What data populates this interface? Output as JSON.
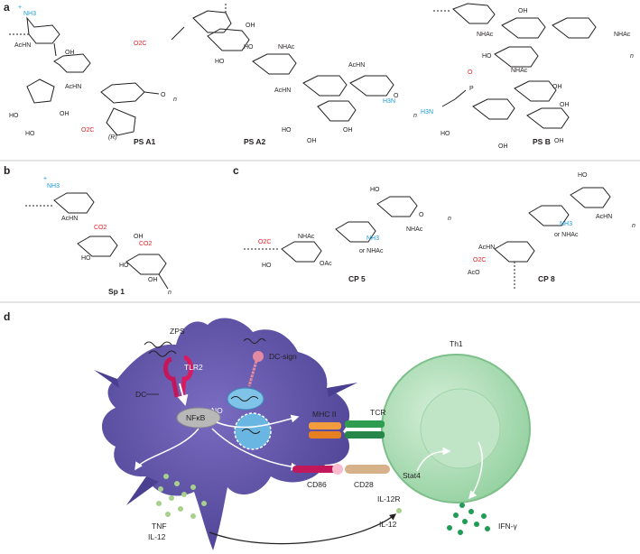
{
  "panels": {
    "a": "a",
    "b": "b",
    "c": "c",
    "d": "d"
  },
  "structures": {
    "ps_a1": "PS A1",
    "ps_a2": "PS A2",
    "ps_b": "PS B",
    "sp1": "Sp 1",
    "cp5": "CP 5",
    "cp8": "CP 8"
  },
  "chem_labels": {
    "nh3": "NH3",
    "nh3_plus": "+",
    "achn": "AcHN",
    "nhac": "NHAc",
    "oh": "OH",
    "ho": "HO",
    "o": "O",
    "co2": "CO2",
    "co2_minus": "−",
    "o2c": "O2C",
    "oac": "OAc",
    "aco": "AcO",
    "or_nhac": "or NHAc",
    "r_config": "(R)",
    "n": "n",
    "p": "P",
    "h3n": "H3N"
  },
  "diagram": {
    "zps": "ZPS",
    "tlr2": "TLR2",
    "dc_sign": "DC-sign",
    "dc": "DC",
    "no": "NO",
    "nfkb": "NFκB",
    "mhc2": "MHC II",
    "tcr": "TCR",
    "th1": "Th1",
    "cd86": "CD86",
    "cd28": "CD28",
    "stat4": "Stat4",
    "il12r": "IL-12R",
    "il12_receptor_side": "IL-12",
    "tnf": "TNF",
    "il12": "IL-12",
    "ifng": "IFN-γ"
  },
  "colors": {
    "dc_cell": "#5b4ea2",
    "th1_cell": "#9fd4a8",
    "tlr2": "#c2185b",
    "mhc": "#f39c3d",
    "tcr": "#2e9d4f",
    "cytokine": "#a8d08d",
    "ifn": "#1f9d55",
    "amine": "#1d9ad6",
    "carboxylate": "#e21f26"
  }
}
